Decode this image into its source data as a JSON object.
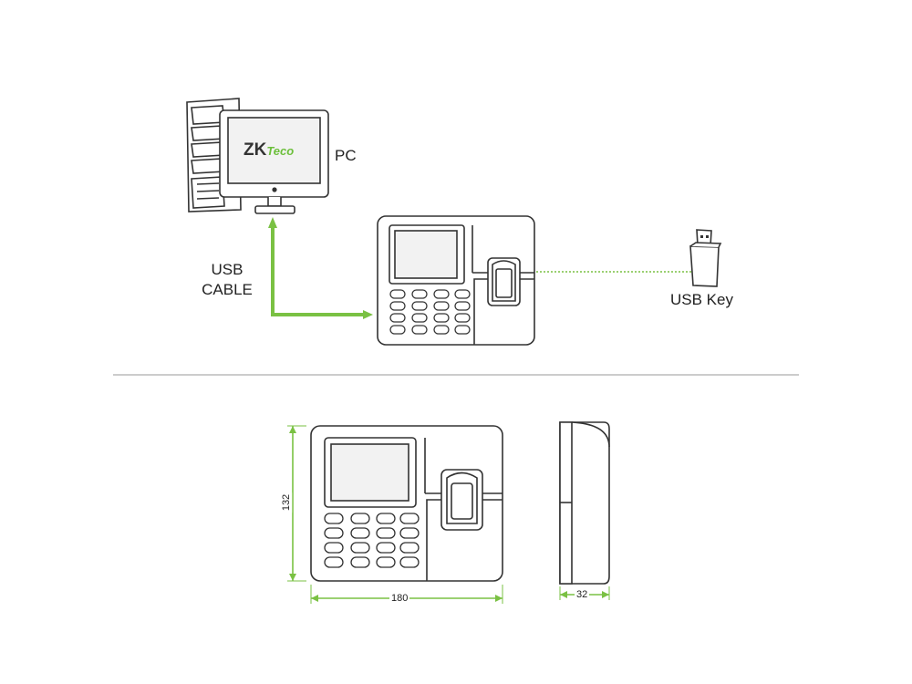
{
  "labels": {
    "pc": "PC",
    "usb_cable_line1": "USB",
    "usb_cable_line2": "CABLE",
    "usb_key": "USB Key",
    "monitor_logo_zk": "ZK",
    "monitor_logo_teco": "Teco"
  },
  "dimensions": {
    "width": "180",
    "height": "132",
    "depth": "32"
  },
  "colors": {
    "line": "#333333",
    "accent_green": "#7ac143",
    "logo_green": "#6cbf3b",
    "screen_fill": "#f2f2f2"
  },
  "icons": {
    "pc": "desktop-computer-icon",
    "device": "fingerprint-attendance-terminal-icon",
    "usb_key": "usb-flash-drive-icon"
  }
}
